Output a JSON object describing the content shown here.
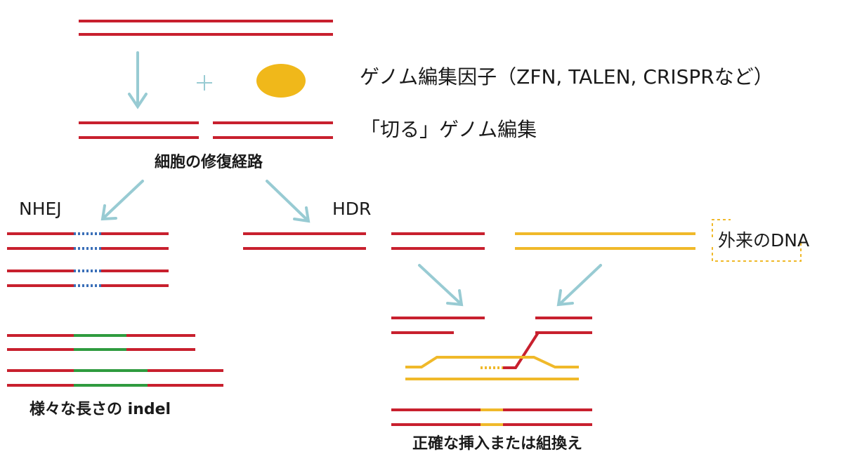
{
  "colors": {
    "dna_red": "#c8202e",
    "donor_yellow": "#f0b92a",
    "arrow_blue": "#98cbd3",
    "nuclease_gold": "#f0b81a",
    "indel_blue": "#3a6fb8",
    "indel_green": "#2f9b3f"
  },
  "labels": {
    "nuclease": "ゲノム編集因子（ZFN, TALEN, CRISPRなど）",
    "cutting": "「切る」ゲノム編集",
    "repair": "細胞の修復経路",
    "nhej": "NHEJ",
    "hdr": "HDR",
    "donor": "外来のDNA",
    "indel": "様々な長さの indel",
    "precise": "正確な挿入または組換え"
  },
  "icons": {
    "plus": "plus-icon",
    "nuclease": "nuclease-ellipse-icon"
  }
}
